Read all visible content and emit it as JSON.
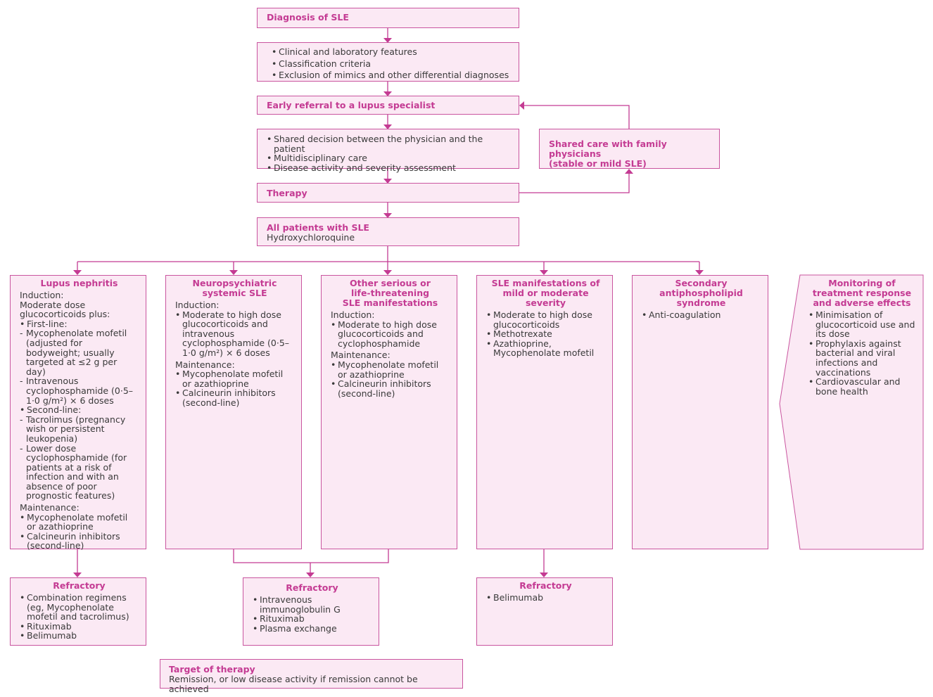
{
  "diagnosis": {
    "title": "Diagnosis of SLE"
  },
  "features": {
    "items": [
      "Clinical and laboratory features",
      "Classification criteria",
      "Exclusion of mimics and other differential diagnoses"
    ]
  },
  "referral": {
    "title": "Early referral to a lupus specialist"
  },
  "shared_decision": {
    "items": [
      "Shared decision between the physician and the patient",
      "Multidisciplinary care",
      "Disease activity and severity assessment"
    ]
  },
  "shared_care": {
    "line1": "Shared care with family physicians",
    "line2": "(stable or mild SLE)"
  },
  "therapy": {
    "title": "Therapy"
  },
  "all_patients": {
    "title": "All patients with SLE",
    "text": "Hydroxychloroquine"
  },
  "lupus_nephritis": {
    "title": "Lupus nephritis",
    "induction_label": "Induction:",
    "induction_line1": "Moderate dose",
    "induction_line2": "glucocorticoids plus:",
    "first_line_label": "First-line:",
    "first_line_items": [
      "Mycophenolate mofetil (adjusted for bodyweight; usually targeted at ≤2 g per day)",
      "Intravenous cyclophosphamide (0·5–1·0 g/m²) × 6 doses"
    ],
    "second_line_label": "Second-line:",
    "second_line_items": [
      "Tacrolimus (pregnancy wish or persistent leukopenia)",
      "Lower dose cyclophosphamide (for patients at a risk of infection and with an absence of poor prognostic features)"
    ],
    "maintenance_label": "Maintenance:",
    "maintenance_items": [
      "Mycophenolate mofetil or azathioprine",
      "Calcineurin inhibitors (second-line)"
    ]
  },
  "neuro": {
    "title_line1": "Neuropsychiatric",
    "title_line2": "systemic SLE",
    "induction_label": "Induction:",
    "induction_items": [
      "Moderate to high dose glucocorticoids and intravenous cyclophosphamide (0·5–1·0 g/m²) × 6 doses"
    ],
    "maintenance_label": "Maintenance:",
    "maintenance_items": [
      "Mycophenolate mofetil or azathioprine",
      "Calcineurin inhibitors (second-line)"
    ]
  },
  "other_serious": {
    "title_line1": "Other serious or",
    "title_line2": "life-threatening",
    "title_line3": "SLE manifestations",
    "induction_label": "Induction:",
    "induction_items": [
      "Moderate to high dose glucocorticoids and cyclophosphamide"
    ],
    "maintenance_label": "Maintenance:",
    "maintenance_items": [
      "Mycophenolate mofetil or azathioprine",
      "Calcineurin inhibitors (second-line)"
    ]
  },
  "mild_moderate": {
    "title_line1": "SLE manifestations of",
    "title_line2": "mild or moderate severity",
    "items": [
      "Moderate to high dose glucocorticoids",
      "Methotrexate",
      "Azathioprine, Mycophenolate mofetil"
    ]
  },
  "aps": {
    "title_line1": "Secondary",
    "title_line2": "antiphospholipid",
    "title_line3": "syndrome",
    "items": [
      "Anti-coagulation"
    ]
  },
  "monitoring": {
    "title_line1": "Monitoring of",
    "title_line2": "treatment response",
    "title_line3": "and adverse effects",
    "items": [
      "Minimisation of glucocorticoid use and its dose",
      "Prophylaxis against bacterial and viral infections and vaccinations",
      "Cardiovascular and bone health"
    ]
  },
  "refractory_1": {
    "title": "Refractory",
    "items": [
      "Combination regimens (eg, Mycophenolate mofetil and tacrolimus)",
      "Rituximab",
      "Belimumab"
    ]
  },
  "refractory_2": {
    "title": "Refractory",
    "items": [
      "Intravenous immunoglobulin G",
      "Rituximab",
      "Plasma exchange"
    ]
  },
  "refractory_3": {
    "title": "Refractory",
    "items": [
      "Belimumab"
    ]
  },
  "target": {
    "title": "Target of therapy",
    "text": "Remission, or low disease activity if remission cannot be achieved"
  }
}
